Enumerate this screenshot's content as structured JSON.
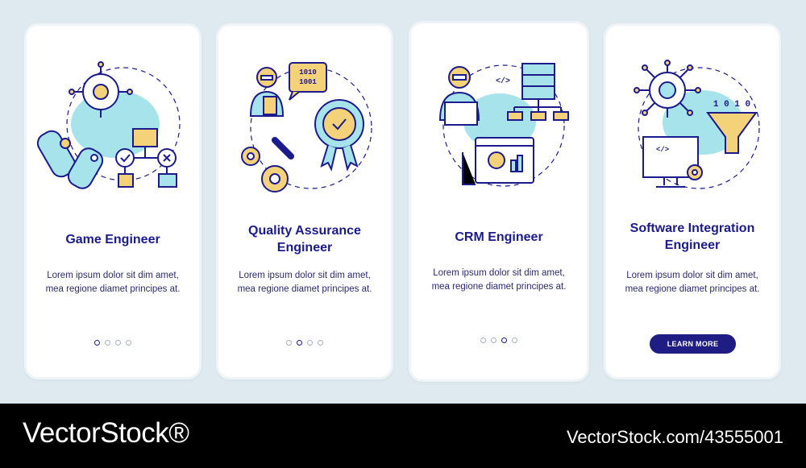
{
  "cards": [
    {
      "title": "Game Engineer",
      "body": "Lorem ipsum dolor sit dim amet, mea regione diamet principes at.",
      "illustration": "game-engineer-illustration",
      "active_dot": 0
    },
    {
      "title": "Quality Assurance Engineer",
      "body": "Lorem ipsum dolor sit dim amet, mea regione diamet principes at.",
      "illustration": "quality-assurance-illustration",
      "active_dot": 1
    },
    {
      "title": "CRM Engineer",
      "body": "Lorem ipsum dolor sit dim amet, mea regione diamet principes at.",
      "illustration": "crm-engineer-illustration",
      "active_dot": 2
    },
    {
      "title": "Software Integration Engineer",
      "body": "Lorem ipsum dolor sit dim amet, mea regione diamet principes at.",
      "illustration": "software-integration-illustration",
      "button_label": "LEARN MORE"
    }
  ],
  "illustration_text": {
    "binary_top": "1010",
    "binary_bottom": "1001",
    "code_tag": "</>",
    "binary_digits": "1 0 1 0"
  },
  "footer": {
    "brand": "VectorStock®",
    "image_id": "VectorStock.com/43555001"
  },
  "colors": {
    "title": "#1c1b8c",
    "accent_cyan": "#a6e3ea",
    "accent_yellow": "#f4d27a",
    "button": "#1f1c84"
  }
}
